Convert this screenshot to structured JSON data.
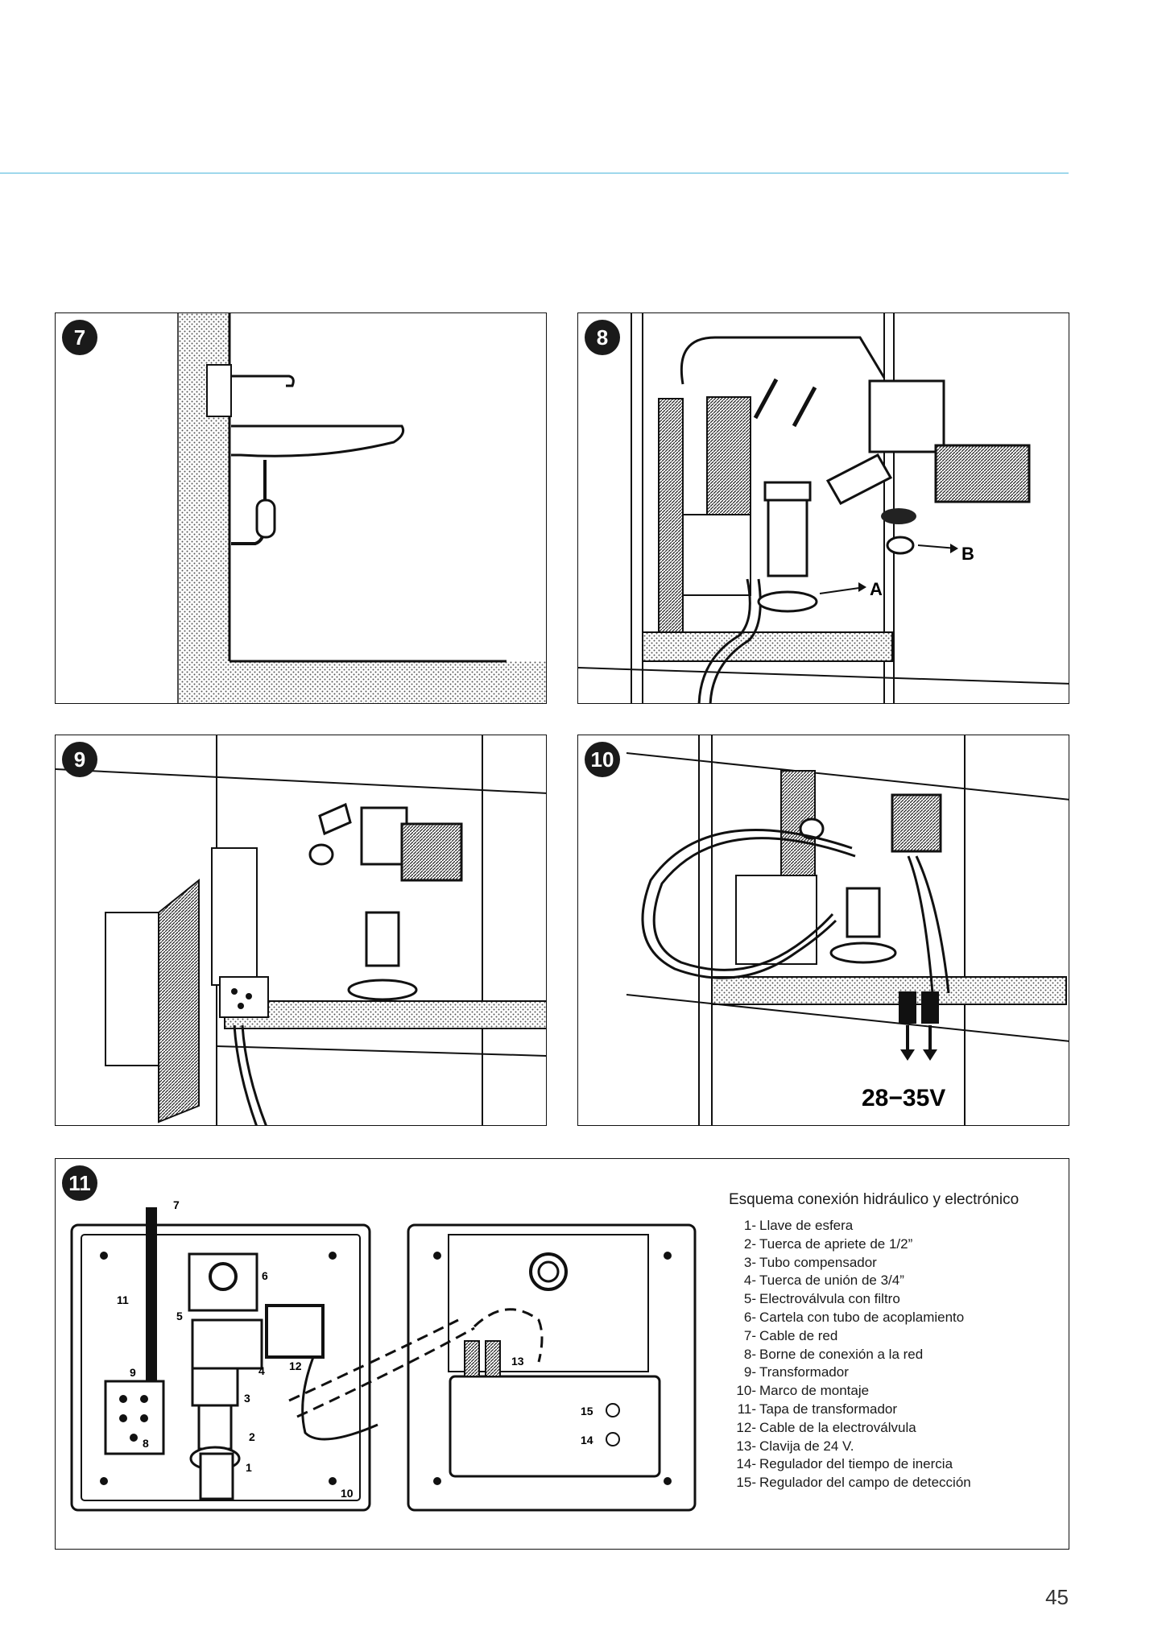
{
  "figures": {
    "fig7": {
      "number": "7"
    },
    "fig8": {
      "number": "8",
      "callout_a": "A",
      "callout_b": "B"
    },
    "fig9": {
      "number": "9"
    },
    "fig10": {
      "number": "10",
      "voltage": "28−35V"
    },
    "fig11": {
      "number": "11",
      "diagram_labels": [
        "1",
        "2",
        "3",
        "4",
        "5",
        "6",
        "7",
        "8",
        "9",
        "10",
        "11",
        "12",
        "13",
        "14",
        "15"
      ]
    }
  },
  "legend": {
    "title": "Esquema conexión hidráulico y electrónico",
    "items": [
      {
        "num": "1-",
        "text": "Llave de esfera"
      },
      {
        "num": "2-",
        "text": "Tuerca de apriete de 1/2”"
      },
      {
        "num": "3-",
        "text": "Tubo compensador"
      },
      {
        "num": "4-",
        "text": "Tuerca de unión de 3/4”"
      },
      {
        "num": "5-",
        "text": "Electroválvula con filtro"
      },
      {
        "num": "6-",
        "text": "Cartela con tubo de acoplamiento"
      },
      {
        "num": "7-",
        "text": "Cable de red"
      },
      {
        "num": "8-",
        "text": "Borne de conexión a la red"
      },
      {
        "num": "9-",
        "text": "Transformador"
      },
      {
        "num": "10-",
        "text": "Marco de montaje"
      },
      {
        "num": "11-",
        "text": "Tapa de transformador"
      },
      {
        "num": "12-",
        "text": "Cable de la electroválvula"
      },
      {
        "num": "13-",
        "text": "Clavija de 24 V."
      },
      {
        "num": "14-",
        "text": "Regulador del tiempo de inercia"
      },
      {
        "num": "15-",
        "text": "Regulador del campo de detección"
      }
    ]
  },
  "page_number": "45"
}
